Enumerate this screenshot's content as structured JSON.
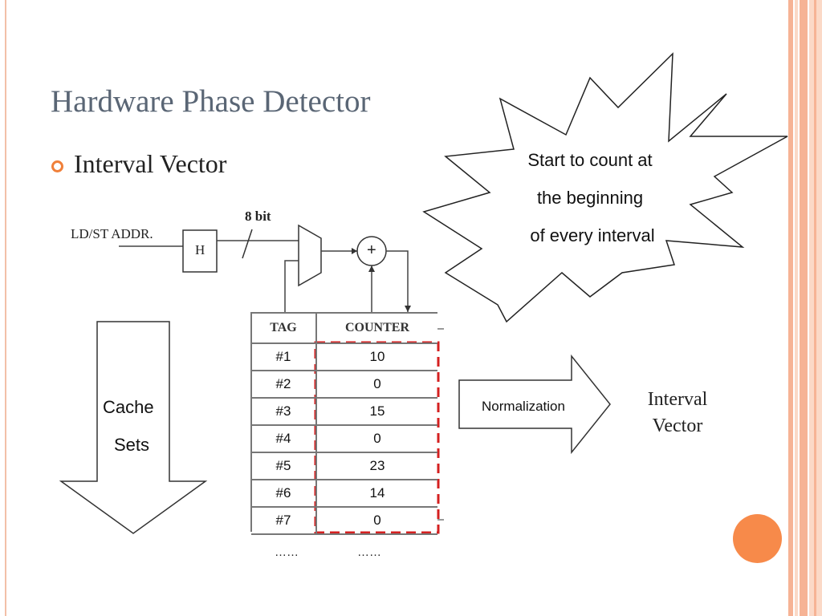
{
  "slide": {
    "title": "Hardware Phase Detector",
    "bullet": "Interval Vector"
  },
  "diagram": {
    "input_label": "LD/ST ADDR.",
    "hash_label": "H",
    "bit_label": "8 bit",
    "adder_label": "+",
    "table": {
      "headers": {
        "tag": "TAG",
        "counter": "COUNTER"
      },
      "rows": [
        {
          "tag": "#1",
          "counter": "10"
        },
        {
          "tag": "#2",
          "counter": "0"
        },
        {
          "tag": "#3",
          "counter": "15"
        },
        {
          "tag": "#4",
          "counter": "0"
        },
        {
          "tag": "#5",
          "counter": "23"
        },
        {
          "tag": "#6",
          "counter": "14"
        },
        {
          "tag": "#7",
          "counter": "0"
        }
      ],
      "ellipsis_tag": "……",
      "ellipsis_counter": "……"
    },
    "cache_sets_line1": "Cache",
    "cache_sets_line2": "Sets",
    "normalization_label": "Normalization",
    "output_line1": "Interval",
    "output_line2": "Vector"
  },
  "callout": {
    "line1": "Start to count at",
    "line2": "the beginning",
    "line3": "of every interval"
  },
  "colors": {
    "title": "#5a6675",
    "accent_orange": "#f78a4a",
    "bullet": "#f0803a",
    "highlight_dash": "#d42020",
    "stripe_light": "#fbd9c7",
    "stripe_mid": "#f6b395"
  }
}
